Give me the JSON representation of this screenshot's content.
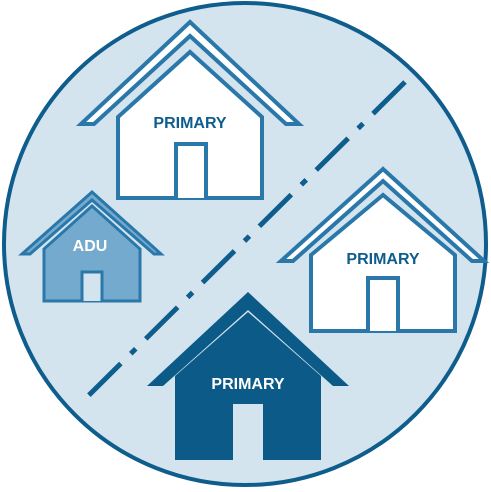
{
  "houses": {
    "primary_top": {
      "label": "PRIMARY"
    },
    "primary_right": {
      "label": "PRIMARY"
    },
    "primary_bottom": {
      "label": "PRIMARY"
    },
    "adu": {
      "label": "ADU"
    }
  },
  "colors": {
    "circle_fill": "#d4e4ee",
    "circle_stroke": "#0e5d8c",
    "outline_house": "#2a77aa",
    "dark_house": "#0c5a87",
    "adu_fill": "#74aacd",
    "adu_stroke": "#2a77aa",
    "divider_line": "#0e5d8c"
  }
}
